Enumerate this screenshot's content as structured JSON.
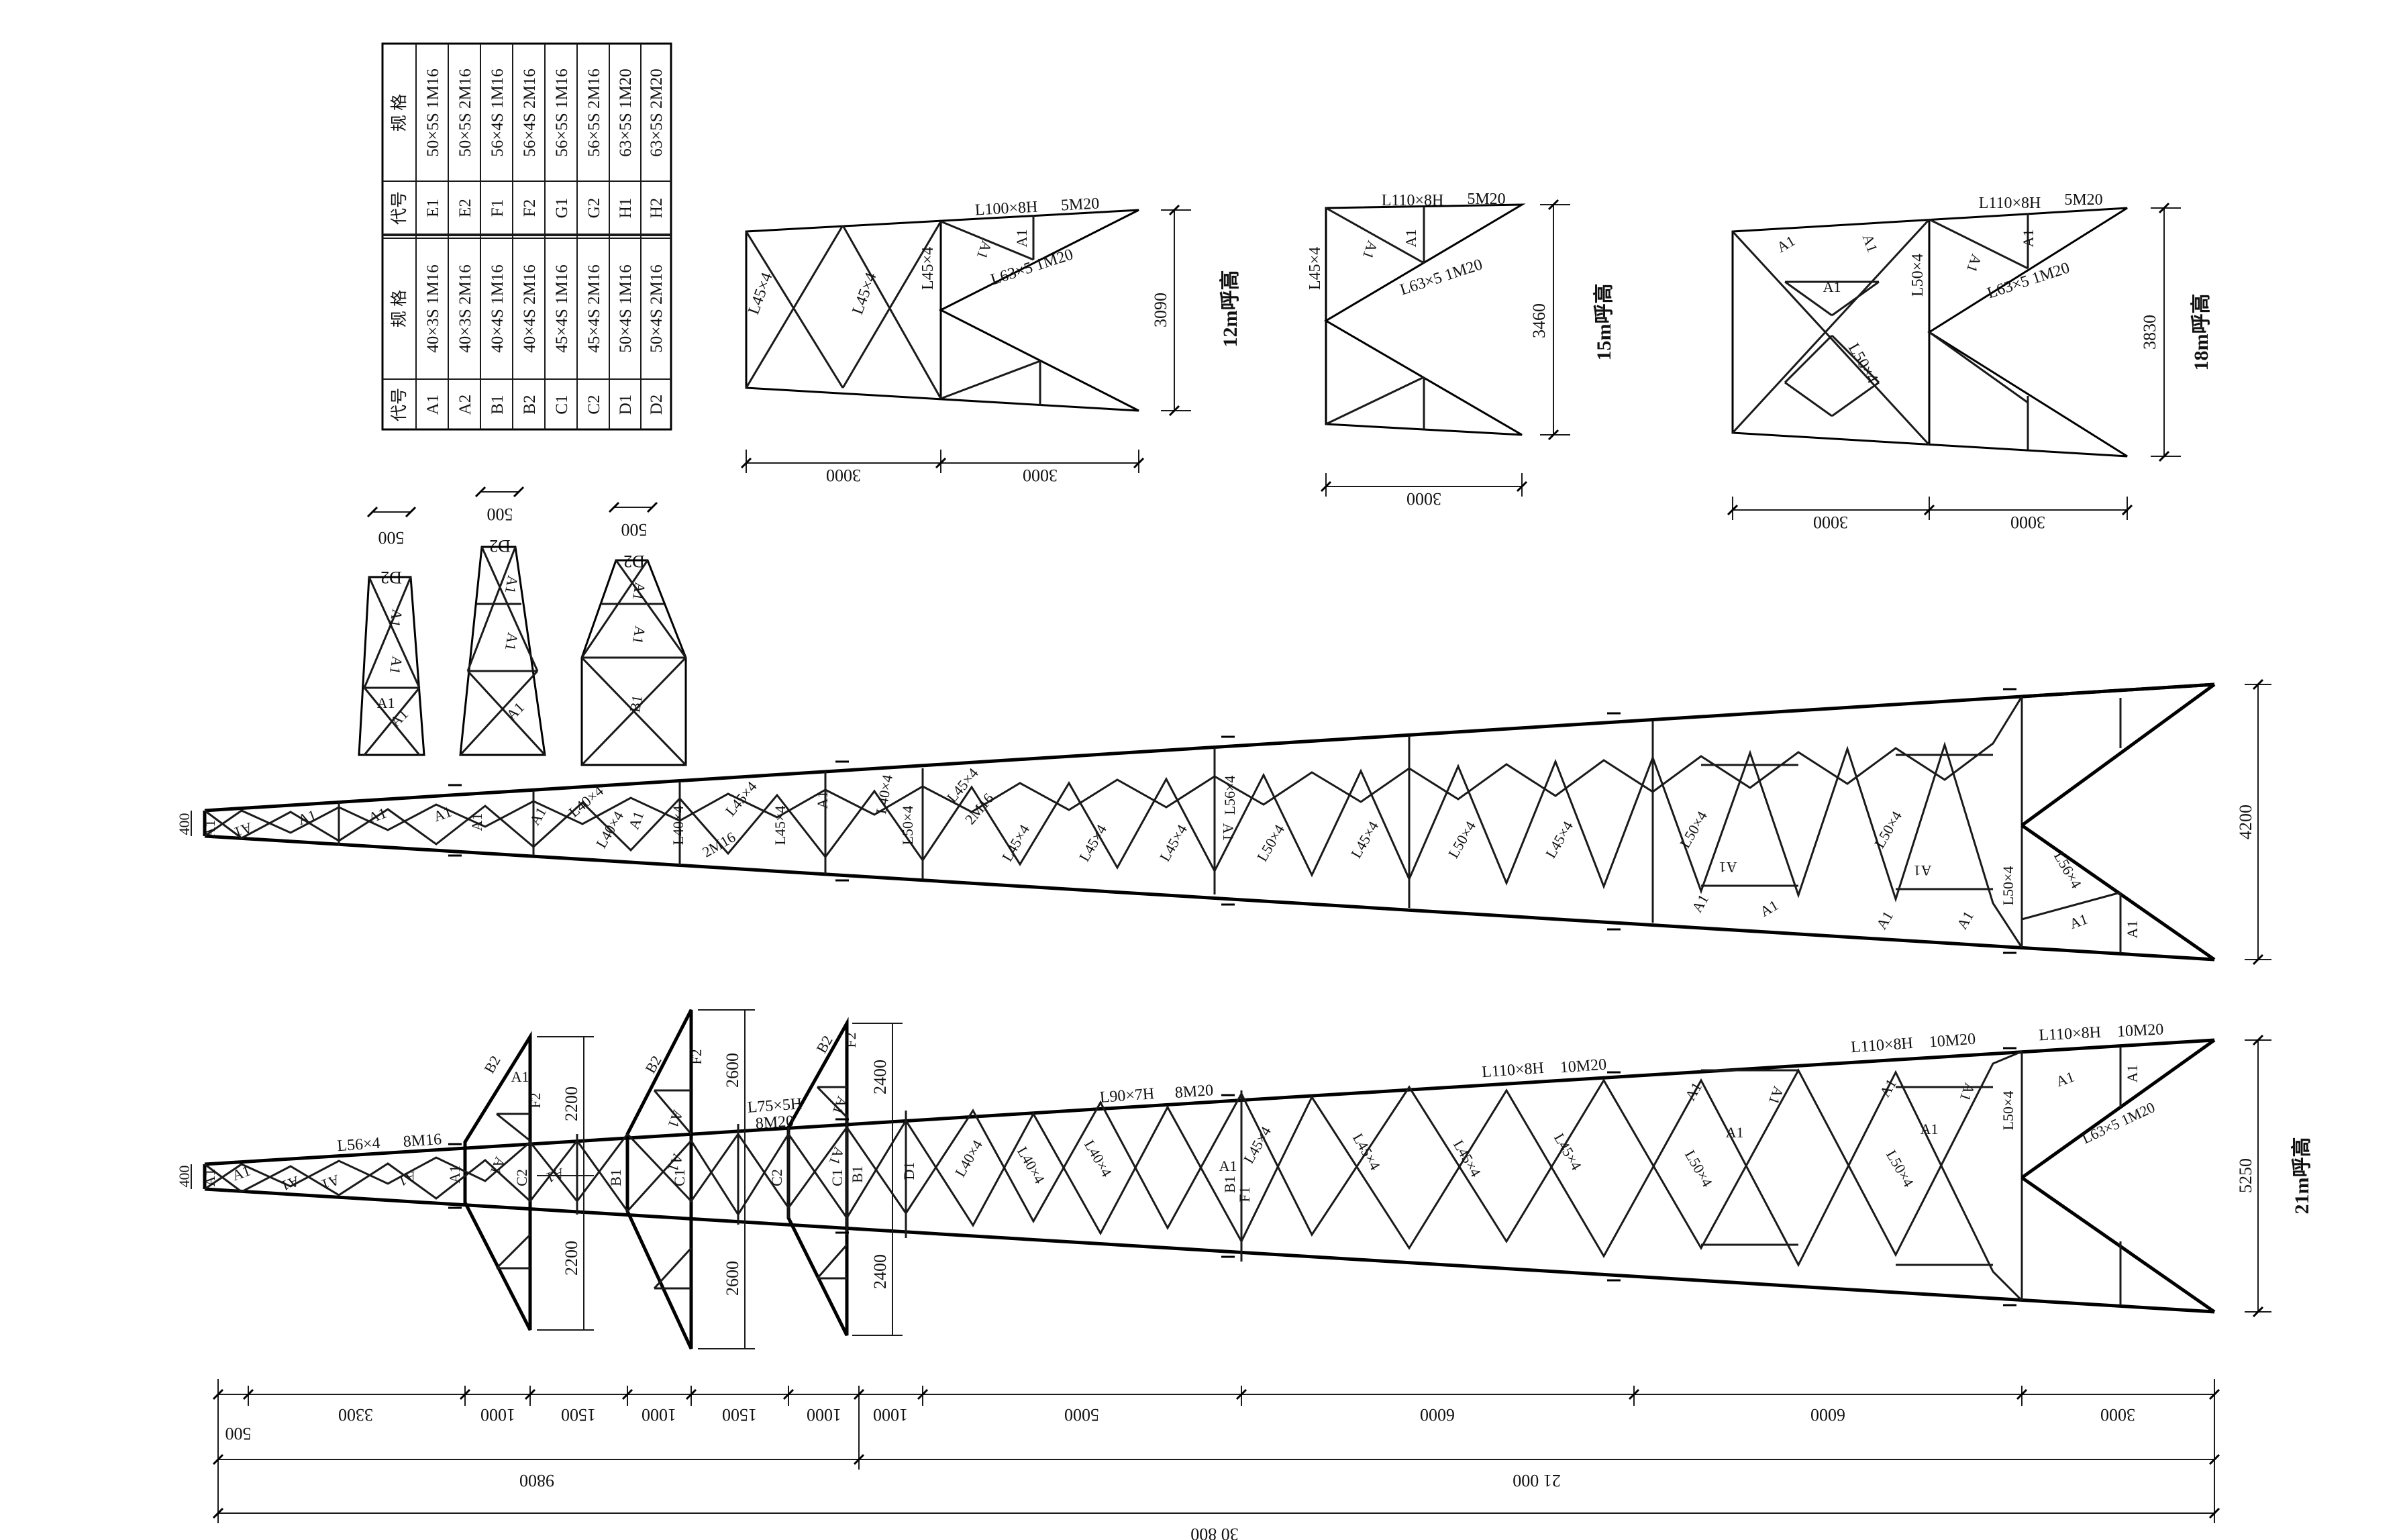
{
  "spec_table": {
    "header_code": "代号",
    "header_spec": "规 格",
    "left_rows": [
      {
        "code": "A1",
        "spec": "40×3S 1M16"
      },
      {
        "code": "A2",
        "spec": "40×3S 2M16"
      },
      {
        "code": "B1",
        "spec": "40×4S 1M16"
      },
      {
        "code": "B2",
        "spec": "40×4S 2M16"
      },
      {
        "code": "C1",
        "spec": "45×4S 1M16"
      },
      {
        "code": "C2",
        "spec": "45×4S 2M16"
      },
      {
        "code": "D1",
        "spec": "50×4S 1M16"
      },
      {
        "code": "D2",
        "spec": "50×4S 2M16"
      }
    ],
    "right_rows": [
      {
        "code": "E1",
        "spec": "50×5S 1M16"
      },
      {
        "code": "E2",
        "spec": "50×5S 2M16"
      },
      {
        "code": "F1",
        "spec": "56×4S 1M16"
      },
      {
        "code": "F2",
        "spec": "56×4S 2M16"
      },
      {
        "code": "G1",
        "spec": "56×5S 1M16"
      },
      {
        "code": "G2",
        "spec": "56×5S 2M16"
      },
      {
        "code": "H1",
        "spec": "63×5S 1M20"
      },
      {
        "code": "H2",
        "spec": "63×5S 2M20"
      }
    ]
  },
  "sections": [
    {
      "label": "D2",
      "dim": "500"
    },
    {
      "label": "D2",
      "dim": "500"
    },
    {
      "label": "D2",
      "dim": "500"
    }
  ],
  "heads": [
    {
      "title": "12m呼高",
      "height": "3090",
      "widths": [
        "3000",
        "3000"
      ],
      "top_member": "L100×8H",
      "top_bolts": "5M20",
      "diag_member": "L63×5 1M20",
      "members": [
        "L45×4",
        "L45×4",
        "L45×4"
      ]
    },
    {
      "title": "15m呼高",
      "height": "3460",
      "widths": [
        "3000"
      ],
      "top_member": "L110×8H",
      "top_bolts": "5M20",
      "diag_member": "L63×5 1M20",
      "members": [
        "L45×4"
      ]
    },
    {
      "title": "18m呼高",
      "height": "3830",
      "widths": [
        "3000",
        "3000"
      ],
      "top_member": "L110×8H",
      "top_bolts": "5M20",
      "diag_member": "L63×5 1M20",
      "members": [
        "L50×4",
        "L50×4"
      ]
    }
  ],
  "upper_truss": {
    "end_height": "400",
    "height": "4200",
    "members": [
      "L40×4",
      "L40×4",
      "L40×4",
      "L45×4",
      "L45×4",
      "2M16",
      "L40×4",
      "L50×4",
      "L45×4",
      "2M16",
      "L45×4",
      "L45×4",
      "L45×4",
      "L56×4",
      "L50×4",
      "L45×4",
      "L50×4",
      "L45×4",
      "L50×4",
      "L50×4",
      "L50×4",
      "L56×4"
    ],
    "codes": [
      "A1",
      "A1",
      "A1",
      "A1",
      "A1",
      "A1",
      "A1",
      "A1",
      "A1",
      "A1",
      "A1",
      "A1",
      "A1"
    ]
  },
  "lower_truss": {
    "title": "21m呼高",
    "end_height": "400",
    "height": "5250",
    "top_labels": [
      {
        "member": "L56×4",
        "bolts": "8M16"
      },
      {
        "member": "L75×5H",
        "bolts": "8M20"
      },
      {
        "member": "L90×7H",
        "bolts": "8M20"
      },
      {
        "member": "L110×8H",
        "bolts": "10M20"
      },
      {
        "member": "L110×8H",
        "bolts": "10M20"
      },
      {
        "member": "L110×8H",
        "bolts": "10M20"
      }
    ],
    "arm_dims": [
      "2200",
      "2200",
      "2600",
      "2600",
      "2400",
      "2400"
    ],
    "members": [
      "L40×4",
      "L40×4",
      "L40×4",
      "L45×4",
      "L45×4",
      "L45×4",
      "L45×4",
      "L50×4",
      "L50×4",
      "L50×4",
      "L63×5 1M20"
    ],
    "codes": [
      "A1",
      "A1",
      "A1",
      "A1",
      "B2",
      "A1",
      "F2",
      "B2",
      "A1",
      "F2",
      "B2",
      "A1",
      "F2",
      "C2",
      "B1",
      "C1",
      "C2",
      "C1",
      "B1",
      "D1",
      "B1",
      "A1",
      "F1"
    ]
  },
  "bottom_dims": {
    "row1": [
      "500",
      "3300",
      "1000",
      "1500",
      "1000",
      "1500",
      "1000",
      "1000",
      "5000",
      "6000",
      "6000",
      "3000"
    ],
    "row2": [
      "9800",
      "21 000"
    ],
    "total": "30 800"
  }
}
